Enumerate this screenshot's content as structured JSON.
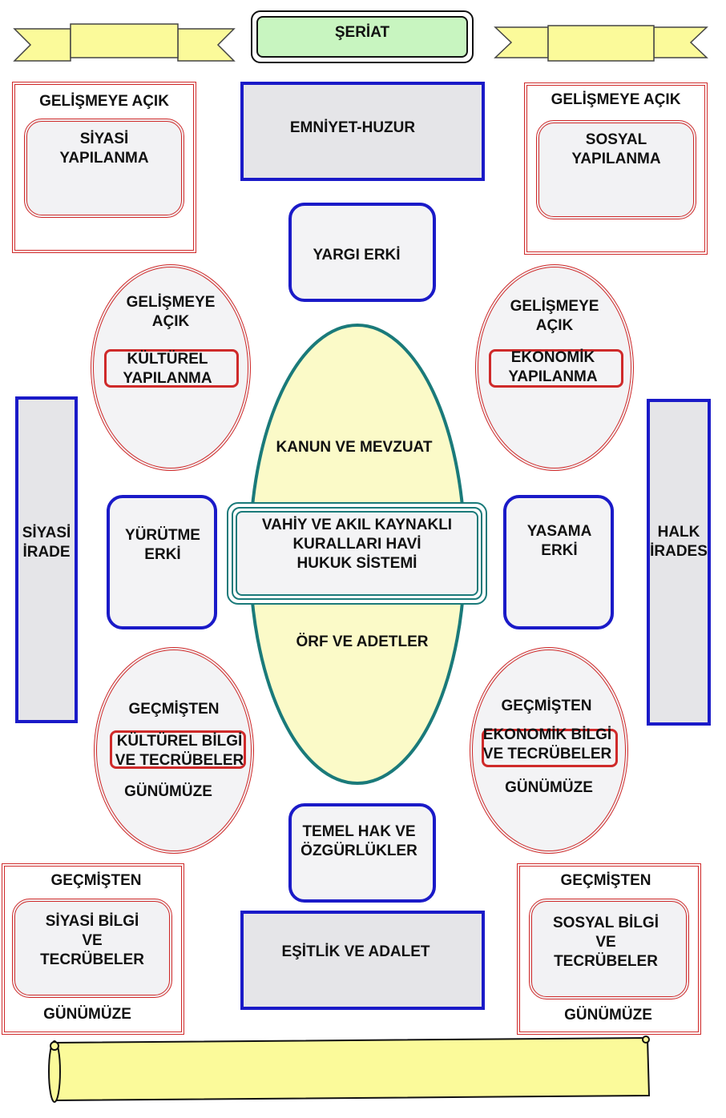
{
  "top": {
    "title": "ŞERİAT"
  },
  "corners": {
    "top_left": {
      "header": "GELİŞMEYE AÇIK",
      "inner": "SİYASİ\nYAPILANMA"
    },
    "top_right": {
      "header": "GELİŞMEYE AÇIK",
      "inner": "SOSYAL\nYAPILANMA"
    },
    "bottom_left": {
      "header": "GEÇMİŞTEN",
      "inner": "SİYASİ BİLGİ\nVE\nTECRÜBELER",
      "footer": "GÜNÜMÜZE"
    },
    "bottom_right": {
      "header": "GEÇMİŞTEN",
      "inner": "SOSYAL BİLGİ\nVE\nTECRÜBELER",
      "footer": "GÜNÜMÜZE"
    }
  },
  "center_top": {
    "security": "EMNİYET-HUZUR",
    "judiciary": "YARGI ERKİ"
  },
  "center_bottom": {
    "rights": "TEMEL HAK VE\nÖZGÜRLÜKLER",
    "justice": "EŞİTLİK VE ADALET"
  },
  "ovals": {
    "upper_left": {
      "header": "GELİŞMEYE\nAÇIK",
      "label": "KÜLTÜREL\nYAPILANMA"
    },
    "upper_right": {
      "header": "GELİŞMEYE\nAÇIK",
      "label": "EKONOMİK\nYAPILANMA"
    },
    "lower_left": {
      "header": "GEÇMİŞTEN",
      "label": "KÜLTÜREL BİLGİ\nVE TECRÜBELER",
      "footer": "GÜNÜMÜZE"
    },
    "lower_right": {
      "header": "GEÇMİŞTEN",
      "label": "EKONOMİK BİLGİ\nVE TECRÜBELER",
      "footer": "GÜNÜMÜZE"
    }
  },
  "core": {
    "top_text": "KANUN VE MEVZUAT",
    "center_text": "VAHİY VE AKIL KAYNAKLI\nKURALLARI HAVİ\nHUKUK SİSTEMİ",
    "bottom_text": "ÖRF VE ADETLER"
  },
  "powers": {
    "executive": "YÜRÜTME\nERKİ",
    "legislative": "YASAMA\nERKİ"
  },
  "sides": {
    "left": "SİYASİ\nİRADE",
    "right": "HALK\nİRADES"
  },
  "colors": {
    "red": "#cf2a2a",
    "blue": "#1a1ac8",
    "teal": "#1a7a7a",
    "core_fill": "#fbfac8",
    "banner_fill": "#fbfa9a",
    "title_fill": "#c8f5c0"
  },
  "icons": [
    "ribbon-banner-icon",
    "scroll-icon"
  ]
}
